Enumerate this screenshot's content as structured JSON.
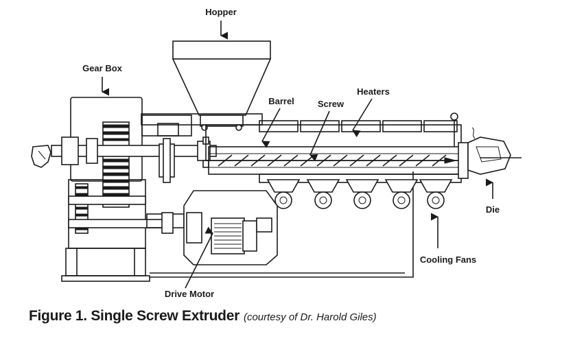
{
  "labels": {
    "hopper": "Hopper",
    "gear_box": "Gear Box",
    "barrel": "Barrel",
    "screw": "Screw",
    "heaters": "Heaters",
    "die": "Die",
    "cooling_fans": "Cooling Fans",
    "drive_motor": "Drive Motor"
  },
  "caption": {
    "title": "Figure 1. Single Screw Extruder",
    "credit": "(courtesy of Dr. Harold Giles)"
  },
  "colors": {
    "ink": "#1a1a1a",
    "background": "#ffffff"
  }
}
